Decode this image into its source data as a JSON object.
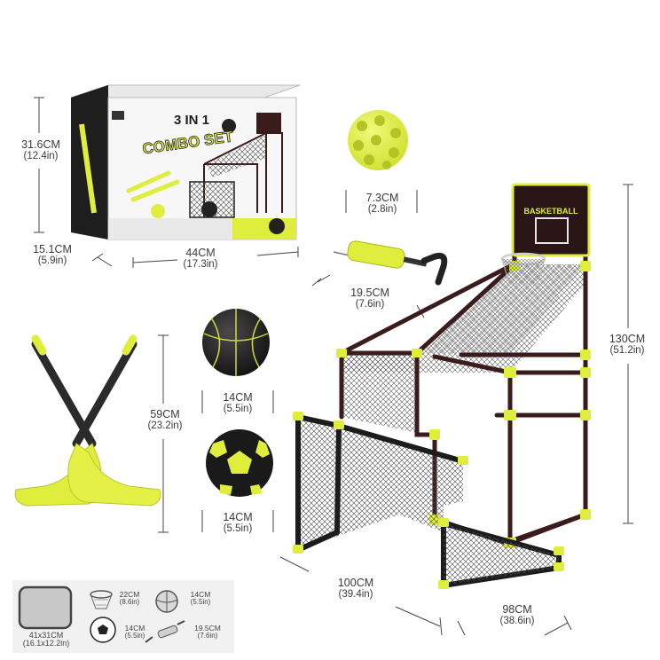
{
  "product": {
    "box_title": "3 IN 1",
    "box_subtitle": "COMBO SET",
    "board_label": "BASKETBALL"
  },
  "dimensions": {
    "box_height": {
      "cm": "31.6CM",
      "in": "(12.4in)"
    },
    "box_depth": {
      "cm": "15.1CM",
      "in": "(5.9in)"
    },
    "box_width": {
      "cm": "44CM",
      "in": "(17.3in)"
    },
    "wiffle_ball": {
      "cm": "7.3CM",
      "in": "(2.8in)"
    },
    "pump": {
      "cm": "19.5CM",
      "in": "(7.6in)"
    },
    "hockey_stick": {
      "cm": "59CM",
      "in": "(23.2in)"
    },
    "basketball": {
      "cm": "14CM",
      "in": "(5.5in)"
    },
    "soccer_ball": {
      "cm": "14CM",
      "in": "(5.5in)"
    },
    "frame_height": {
      "cm": "130CM",
      "in": "(51.2in)"
    },
    "frame_length": {
      "cm": "100CM",
      "in": "(39.4in)"
    },
    "frame_width": {
      "cm": "98CM",
      "in": "(38.6in)"
    }
  },
  "legend": {
    "board": {
      "cm": "41x31CM",
      "in": "(16.1x12.2in)"
    },
    "net": {
      "cm": "22CM",
      "in": "(8.6in)"
    },
    "basketball": {
      "cm": "14CM",
      "in": "(5.5in)"
    },
    "soccer_ball": {
      "cm": "14CM",
      "in": "(5.5in)"
    },
    "pump": {
      "cm": "19.5CM",
      "in": "(7.6in)"
    }
  },
  "colors": {
    "accent_yellow": "#dfee3c",
    "frame_dark": "#3b1c1c",
    "board_dark": "#2a1616",
    "net_gray": "#555555",
    "dim_line": "#444444"
  }
}
